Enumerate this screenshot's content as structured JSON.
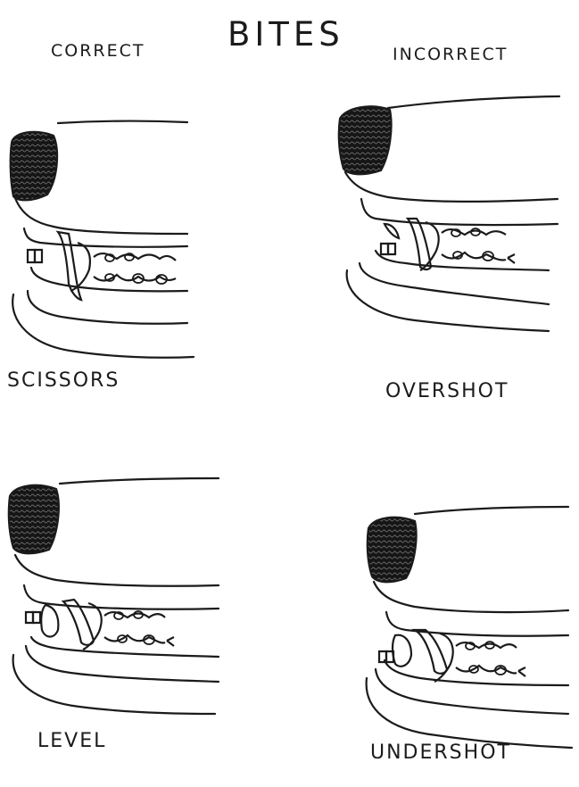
{
  "title": "BITES",
  "headers": {
    "correct": "CORRECT",
    "incorrect": "INCORRECT"
  },
  "bites": [
    {
      "label": "SCISSORS",
      "group": "CORRECT"
    },
    {
      "label": "OVERSHOT",
      "group": "INCORRECT"
    },
    {
      "label": "LEVEL",
      "group": "CORRECT"
    },
    {
      "label": "UNDERSHOT",
      "group": "INCORRECT"
    }
  ]
}
